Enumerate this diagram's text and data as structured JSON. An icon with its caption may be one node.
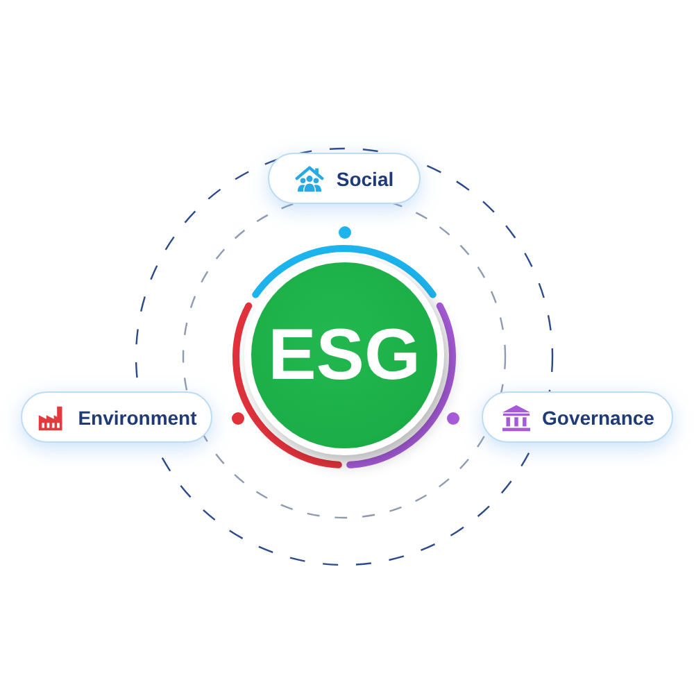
{
  "diagram": {
    "nodes": [
      {
        "text": [
          "Social"
        ]
      },
      {
        "text": [
          "ESG"
        ]
      },
      {
        "text": [
          "Environment"
        ]
      },
      {
        "text": [
          "Governance"
        ]
      }
    ]
  }
}
